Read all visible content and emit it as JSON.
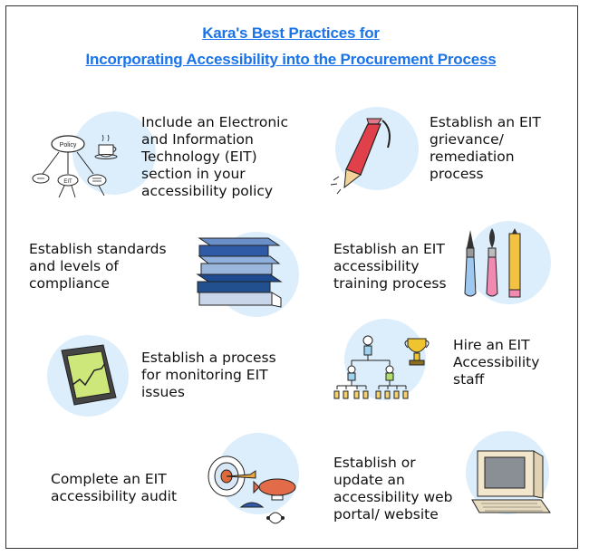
{
  "title": {
    "line1": "Kara's Best Practices for",
    "line2": "Incorporating Accessibility into the Procurement Process"
  },
  "colors": {
    "title": "#1a73e8",
    "circle": "#dceefc"
  },
  "icons": {
    "policy_diagram": {
      "policy": "Policy",
      "eit": "EIT"
    }
  },
  "practices": [
    {
      "text": "Include an Electronic\nand Information\nTechnology (EIT)\nsection in your\naccessibility policy",
      "icon": "policy-diagram-icon"
    },
    {
      "text": "Establish an EIT\ngrievance/\nremediation\nprocess",
      "icon": "pen-icon"
    },
    {
      "text": "Establish standards\nand levels of\ncompliance",
      "icon": "books-icon"
    },
    {
      "text": "Establish an EIT\naccessibility\ntraining process",
      "icon": "art-brushes-icon"
    },
    {
      "text": "Establish a process\nfor monitoring EIT\nissues",
      "icon": "tablet-chart-icon"
    },
    {
      "text": "Hire an EIT\nAccessibility\nstaff",
      "icon": "org-chart-trophy-icon"
    },
    {
      "text": "Complete an EIT\naccessibility audit",
      "icon": "target-blimp-icon"
    },
    {
      "text": "Establish or\nupdate an\naccessibility web\nportal/ website",
      "icon": "computer-icon"
    }
  ]
}
